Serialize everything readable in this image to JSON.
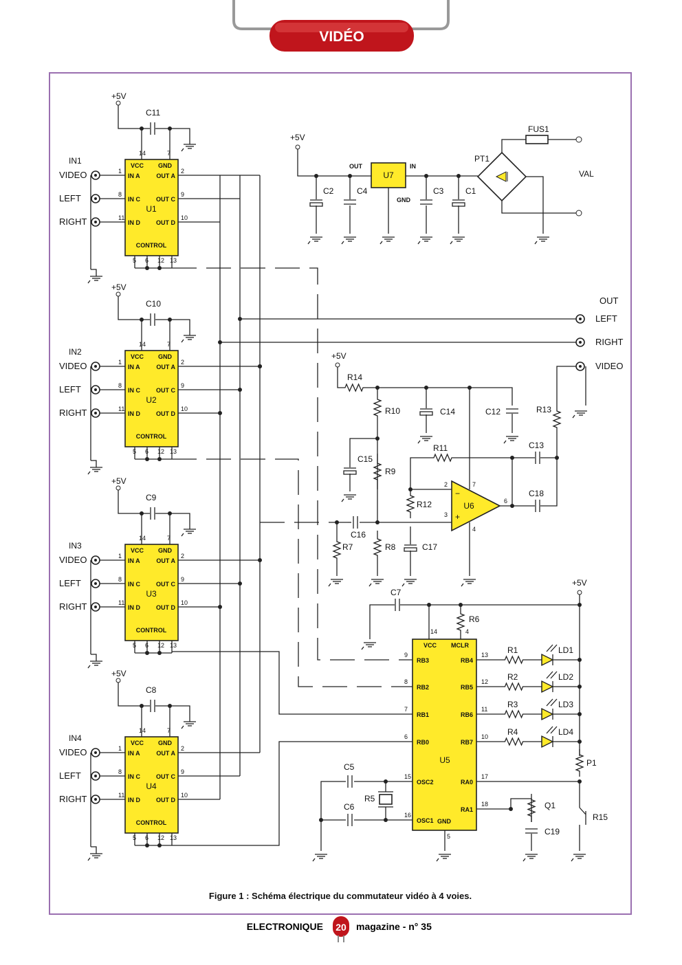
{
  "header": {
    "section": "VIDÉO"
  },
  "caption": "Figure 1 : Schéma électrique du commutateur vidéo à 4 voies.",
  "footer": {
    "left": "ELECTRONIQUE",
    "badge": "20",
    "right": "magazine - n° 35"
  },
  "mux": [
    {
      "conn": "IN1",
      "ic": "U1",
      "cap": "C11"
    },
    {
      "conn": "IN2",
      "ic": "U2",
      "cap": "C10"
    },
    {
      "conn": "IN3",
      "ic": "U3",
      "cap": "C9"
    },
    {
      "conn": "IN4",
      "ic": "U4",
      "cap": "C8"
    }
  ],
  "mux_common": {
    "supply": "+5V",
    "vcc": "VCC",
    "gnd": "GND",
    "control": "CONTROL",
    "inputs": [
      "VIDEO",
      "LEFT",
      "RIGHT"
    ],
    "pins_in": [
      "IN A",
      "IN C",
      "IN D"
    ],
    "pins_out": [
      "OUT A",
      "OUT C",
      "OUT D"
    ],
    "pin_in_nums": [
      "1",
      "8",
      "11"
    ],
    "pin_out_nums": [
      "2",
      "9",
      "10"
    ],
    "pin_top": [
      "14",
      "7"
    ],
    "pin_bottom": [
      "5",
      "6",
      "12",
      "13"
    ]
  },
  "power": {
    "supply": "+5V",
    "regulator": "U7",
    "out": "OUT",
    "in": "IN",
    "gnd": "GND",
    "caps": [
      "C2",
      "C4",
      "C3",
      "C1"
    ],
    "bridge": "PT1",
    "fuse": "FUS1",
    "val": "VAL"
  },
  "out": {
    "title": "OUT",
    "left": "LEFT",
    "right": "RIGHT",
    "video": "VIDEO"
  },
  "amp": {
    "ic": "U6",
    "supply": "+5V",
    "parts": [
      "R14",
      "R10",
      "C14",
      "C12",
      "R13",
      "C15",
      "R9",
      "R11",
      "C13",
      "R12",
      "C18",
      "C16",
      "R7",
      "R8",
      "C17"
    ],
    "pins": [
      "2",
      "3",
      "7",
      "4",
      "6"
    ]
  },
  "mcu": {
    "ic": "U5",
    "supply": "+5V",
    "vcc": "VCC",
    "mclr": "MCLR",
    "left_pins": [
      "RB3",
      "RB2",
      "RB1",
      "RB0",
      "OSC2",
      "OSC1"
    ],
    "left_nums": [
      "9",
      "8",
      "7",
      "6",
      "15",
      "16"
    ],
    "right_pins": [
      "RB4",
      "RB5",
      "RB6",
      "RB7",
      "RA0",
      "RA1"
    ],
    "right_nums": [
      "13",
      "12",
      "11",
      "10",
      "17",
      "18"
    ],
    "gnd": "GND",
    "gnd_num": "5",
    "vcc_num": "14",
    "mclr_num": "4",
    "parts": [
      "C7",
      "R6",
      "C5",
      "C6",
      "Q1",
      "R5",
      "P1",
      "R15",
      "C19"
    ],
    "leds": [
      {
        "r": "R1",
        "led": "LD1"
      },
      {
        "r": "R2",
        "led": "LD2"
      },
      {
        "r": "R3",
        "led": "LD3"
      },
      {
        "r": "R4",
        "led": "LD4"
      }
    ]
  }
}
